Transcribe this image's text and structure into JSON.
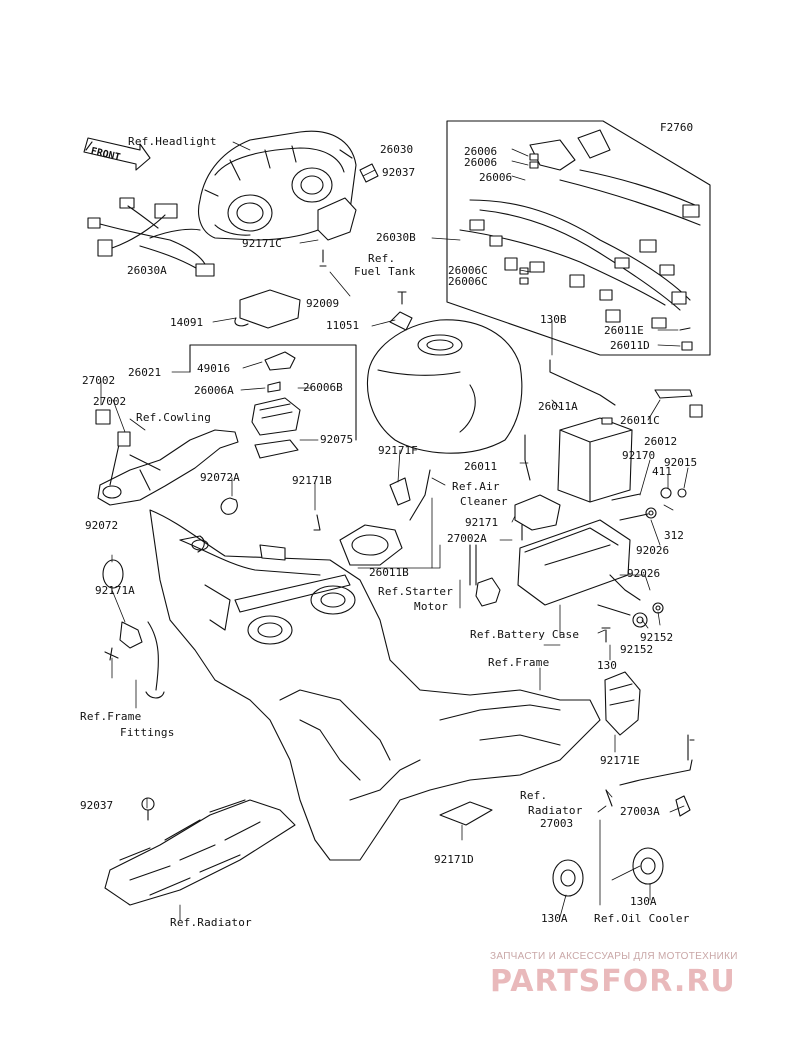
{
  "diagram": {
    "figure_code": "F2760",
    "front_arrow": "FRONT",
    "labels": [
      "Ref.Headlight",
      "26030",
      "92037",
      "26030A",
      "92171C",
      "Ref.",
      "Fuel Tank",
      "92009",
      "14091",
      "11051",
      "26006",
      "26006",
      "26006",
      "26030B",
      "26006C",
      "26006C",
      "26011E",
      "26011D",
      "130B",
      "49016",
      "26021",
      "27002",
      "27002",
      "26006A",
      "26006B",
      "Ref.Cowling",
      "26011A",
      "26011C",
      "92075",
      "26012",
      "92072A",
      "92171B",
      "92171F",
      "92170",
      "411",
      "92015",
      "26011",
      "Ref.Air",
      "Cleaner",
      "92171",
      "312",
      "92026",
      "27002A",
      "92072",
      "26011B",
      "Ref.Starter",
      "Motor",
      "92026",
      "92171A",
      "Ref.Battery Case",
      "92152",
      "92152",
      "130",
      "Ref.Frame",
      "Ref.Frame",
      "Fittings",
      "92171E",
      "Ref.",
      "Radiator",
      "27003",
      "27003A",
      "92037",
      "92171D",
      "130A",
      "130A",
      "Ref.Oil Cooler",
      "Ref.Radiator"
    ]
  },
  "watermark": {
    "tagline": "ЗАПЧАСТИ И АКСЕССУАРЫ ДЛЯ МОТОТЕХНИКИ",
    "logo": "PARTSFOR.RU"
  },
  "colors": {
    "line": "#111111",
    "watermark": "#e9b9bb",
    "watermark_text": "#c9a7a7"
  }
}
